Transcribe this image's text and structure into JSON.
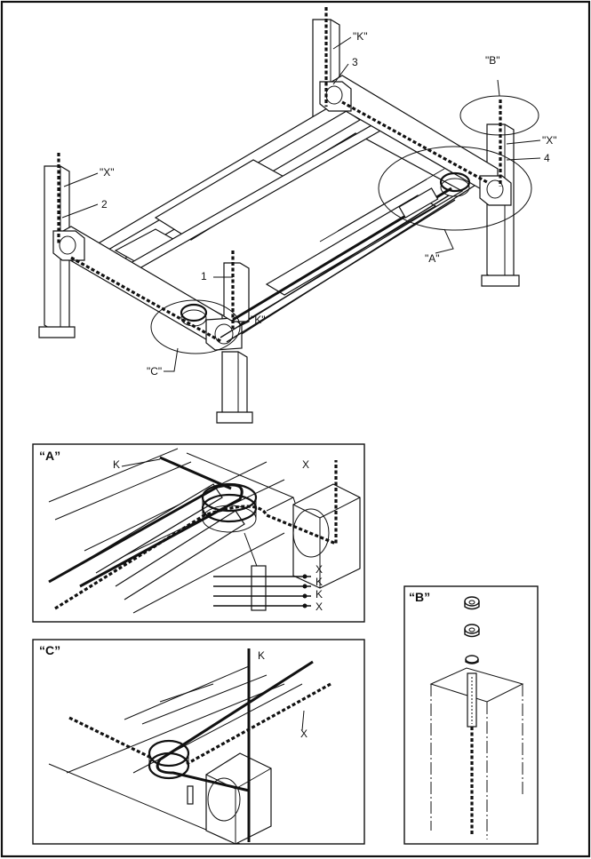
{
  "main_labels": {
    "post_1": "1",
    "post_2": "2",
    "post_3": "3",
    "post_4": "4",
    "k_top": "\"K\"",
    "k_bottom": "\"K\"",
    "x_left": "\"X\"",
    "x_right": "\"X\"",
    "detail_a": "\"A\"",
    "detail_b": "\"B\"",
    "detail_c": "\"C\""
  },
  "detail_a": {
    "title": "“A”",
    "k": "K",
    "x": "X",
    "clamp_labels": [
      "X",
      "K",
      "K",
      "X"
    ]
  },
  "detail_b": {
    "title": "“B”"
  },
  "detail_c": {
    "title": "“C”",
    "k": "K",
    "x": "X"
  }
}
